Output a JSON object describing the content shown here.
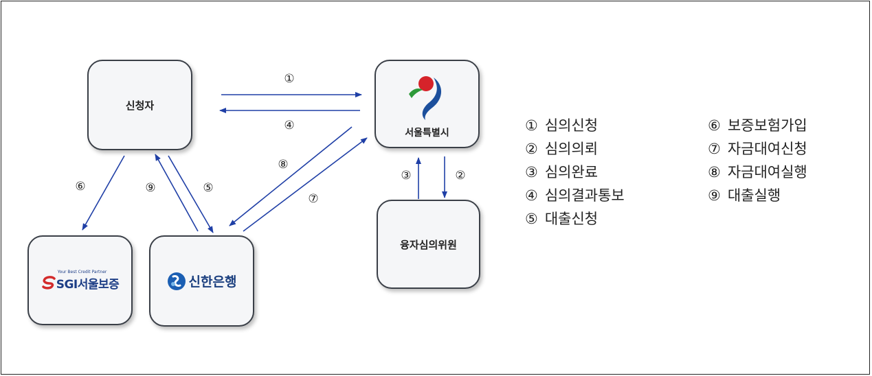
{
  "nodes": {
    "applicant": "신청자",
    "seoul": "서울특별시",
    "committee": "융자심의위원",
    "sgi_tagline": "Your Best Credit Partner",
    "sgi_name": "SGI서울보증",
    "shinhan_name": "신한은행"
  },
  "edge_labels": {
    "e1": "①",
    "e2": "②",
    "e3": "③",
    "e4": "④",
    "e5": "⑤",
    "e6": "⑥",
    "e7": "⑦",
    "e8": "⑧",
    "e9": "⑨"
  },
  "legend": {
    "col1": [
      {
        "num": "①",
        "label": "심의신청"
      },
      {
        "num": "②",
        "label": "심의의뢰"
      },
      {
        "num": "③",
        "label": "심의완료"
      },
      {
        "num": "④",
        "label": "심의결과통보"
      },
      {
        "num": "⑤",
        "label": "대출신청"
      }
    ],
    "col2": [
      {
        "num": "⑥",
        "label": "보증보험가입"
      },
      {
        "num": "⑦",
        "label": "자금대여신청"
      },
      {
        "num": "⑧",
        "label": "자금대여실행"
      },
      {
        "num": "⑨",
        "label": "대출실행"
      }
    ]
  },
  "colors": {
    "arrow": "#1f3fa6",
    "box_border": "#3a3f47",
    "box_fill": "#f5f6f8"
  }
}
